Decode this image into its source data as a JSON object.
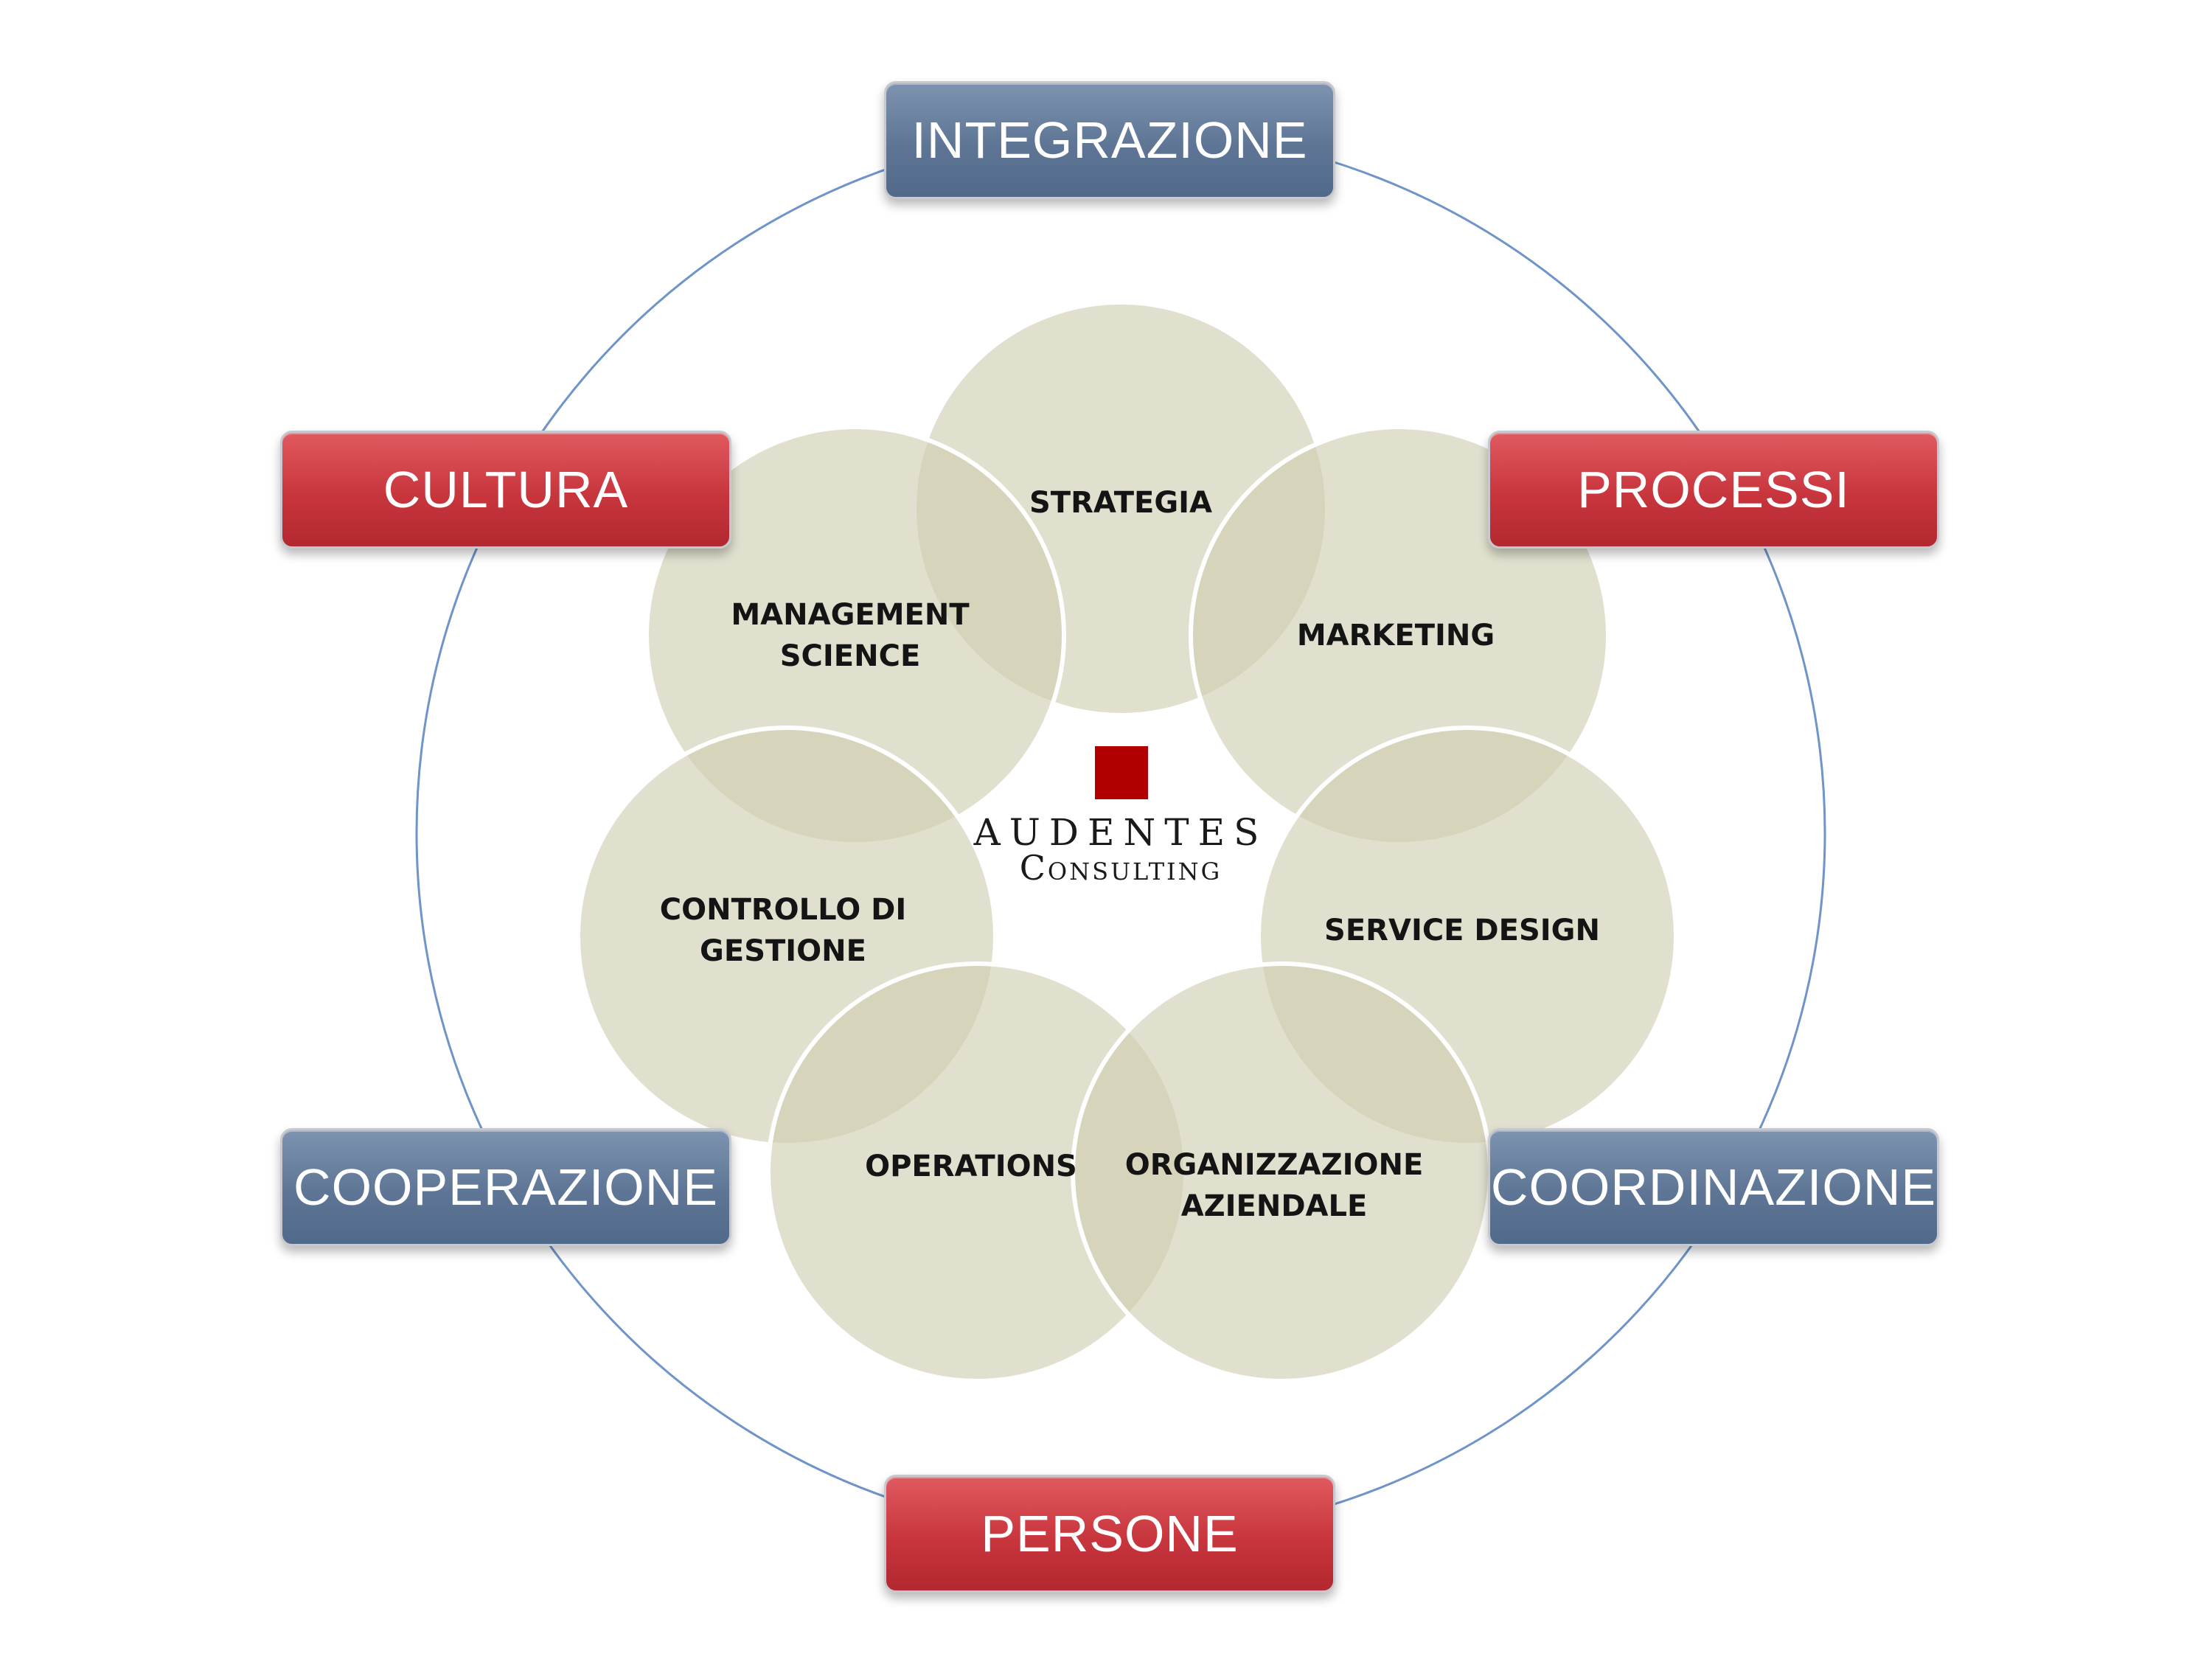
{
  "outer_boxes": {
    "integrazione": "INTEGRAZIONE",
    "cultura": "CULTURA",
    "processi": "PROCESSI",
    "cooperazione": "COOPERAZIONE",
    "coordinazione": "COORDINAZIONE",
    "persone": "PERSONE"
  },
  "circles": {
    "strategia": "STRATEGIA",
    "management_science": "MANAGEMENT\nSCIENCE",
    "marketing": "MARKETING",
    "controllo_di_gestione": "CONTROLLO DI\nGESTIONE",
    "service_design": "SERVICE DESIGN",
    "operations": "OPERATIONS",
    "organizzazione_aziendale": "ORGANIZZAZIONE\nAZIENDALE"
  },
  "logo": {
    "line1": "AUDENTES",
    "line2": "Consulting"
  },
  "colors": {
    "red_box": "#c8353d",
    "blue_box": "#5e7595",
    "circle_fill": "#cfcdb0",
    "outer_ring": "#6f94c9",
    "logo_square": "#b00000"
  }
}
